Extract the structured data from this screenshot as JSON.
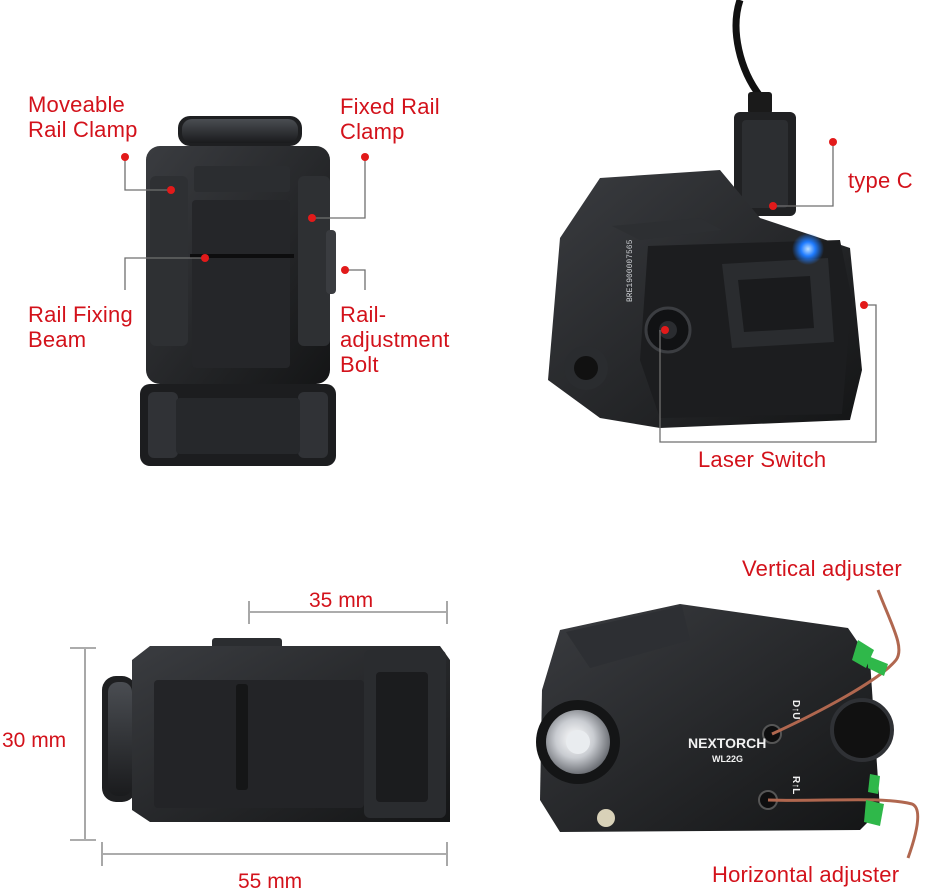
{
  "panels": {
    "top_left": {
      "callouts": {
        "moveable_clamp": "Moveable\nRail Clamp",
        "fixed_clamp": "Fixed Rail\nClamp",
        "fixing_beam": "Rail Fixing\nBeam",
        "adjust_bolt": "Rail-\nadjustment\nBolt"
      }
    },
    "top_right": {
      "callouts": {
        "type_c": "type C",
        "laser_switch": "Laser Switch"
      },
      "serial": "BRE1900007565"
    },
    "bottom_left": {
      "dimensions": {
        "width_top": "35 mm",
        "height": "30 mm",
        "length": "55 mm"
      }
    },
    "bottom_right": {
      "callouts": {
        "vertical": "Vertical adjuster",
        "horizontal": "Horizontal adjuster"
      },
      "device_text": {
        "brand": "NEXTORCH",
        "model": "WL22G",
        "mark_du": "D↑U",
        "mark_rl": "R↑L"
      }
    }
  },
  "colors": {
    "accent": "#d3121b",
    "device_body": "#1f2022",
    "led_blue": "#1e7bff",
    "adjuster_green": "#2fb84a",
    "adjuster_wire": "#b0674f"
  },
  "icons": [
    "callout-dot",
    "dimension-arrow",
    "led-indicator"
  ]
}
